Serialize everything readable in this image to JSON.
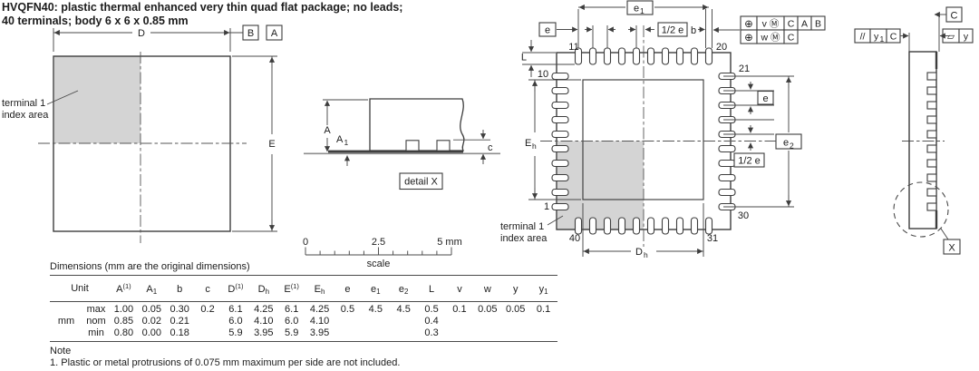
{
  "title": {
    "line1": "HVQFN40: plastic thermal enhanced very thin quad flat package; no leads;",
    "line2": "40 terminals; body 6 x 6 x 0.85 mm"
  },
  "colors": {
    "line": "#3d3d3d",
    "shading": "#d4d4d4",
    "text": "#1c1c1c"
  },
  "top_view": {
    "dim_d": "D",
    "dim_e": "E",
    "datum_b": "B",
    "datum_a": "A",
    "index_area_line1": "terminal 1",
    "index_area_line2": "index area"
  },
  "side_view": {
    "dim_a": "A",
    "dim_a1_base": "A",
    "dim_a1_sub": "1",
    "dim_c": "c",
    "detail_label": "detail X"
  },
  "scale_bar": {
    "tick0": "0",
    "tick_mid": "2.5",
    "tick_end": "5 mm",
    "label": "scale"
  },
  "bottom_view": {
    "dim_e1_base": "e",
    "dim_e1_sub": "1",
    "dim_e_left": "e",
    "dim_half_e_top": "1/2 e",
    "dim_b": "b",
    "dim_l": "L",
    "dim_eh_base": "E",
    "dim_eh_sub": "h",
    "dim_dh_base": "D",
    "dim_dh_sub": "h",
    "dim_e2_base": "e",
    "dim_e2_sub": "2",
    "dim_e_right": "e",
    "dim_half_e_right": "1/2 e",
    "pins": {
      "p1": "1",
      "p10": "10",
      "p11": "11",
      "p20": "20",
      "p21": "21",
      "p30": "30",
      "p31": "31",
      "p40": "40"
    },
    "index_area_line1": "terminal 1",
    "index_area_line2": "index area",
    "fcf": {
      "row1": {
        "sym": "⊕",
        "tol": "v Ⓜ",
        "ref1": "C",
        "ref2": "A",
        "ref3": "B"
      },
      "row2": {
        "sym": "⊕",
        "tol": "w Ⓜ",
        "ref1": "C"
      }
    }
  },
  "right_view": {
    "datum_c": "C",
    "parallelism_sym": "//",
    "dim_y1_base": "y",
    "dim_y1_sub": "1",
    "parallelism_ref": "C",
    "flatness_sym": "▱",
    "dim_y": "y",
    "detail_ref": "X"
  },
  "table": {
    "caption": "Dimensions (mm are the original dimensions)",
    "unit_header": "Unit",
    "unit_value": "mm",
    "row_labels": [
      "max",
      "nom",
      "min"
    ],
    "headers": [
      {
        "b": "A",
        "p": "(1)"
      },
      {
        "b": "A",
        "s": "1"
      },
      {
        "b": "b"
      },
      {
        "b": "c"
      },
      {
        "b": "D",
        "p": "(1)"
      },
      {
        "b": "D",
        "s": "h"
      },
      {
        "b": "E",
        "p": "(1)"
      },
      {
        "b": "E",
        "s": "h"
      },
      {
        "b": "e"
      },
      {
        "b": "e",
        "s": "1"
      },
      {
        "b": "e",
        "s": "2"
      },
      {
        "b": "L"
      },
      {
        "b": "v"
      },
      {
        "b": "w"
      },
      {
        "b": "y"
      },
      {
        "b": "y",
        "s": "1"
      }
    ],
    "rows": {
      "max": [
        "1.00",
        "0.05",
        "0.30",
        "0.2",
        "6.1",
        "4.25",
        "6.1",
        "4.25",
        "0.5",
        "4.5",
        "4.5",
        "0.5",
        "0.1",
        "0.05",
        "0.05",
        "0.1"
      ],
      "nom": [
        "0.85",
        "0.02",
        "0.21",
        "",
        "6.0",
        "4.10",
        "6.0",
        "4.10",
        "",
        "",
        "",
        "0.4",
        "",
        "",
        "",
        ""
      ],
      "min": [
        "0.80",
        "0.00",
        "0.18",
        "",
        "5.9",
        "3.95",
        "5.9",
        "3.95",
        "",
        "",
        "",
        "0.3",
        "",
        "",
        "",
        ""
      ]
    }
  },
  "note": {
    "heading": "Note",
    "item1": "1. Plastic or metal protrusions of 0.075 mm maximum per side are not included."
  }
}
